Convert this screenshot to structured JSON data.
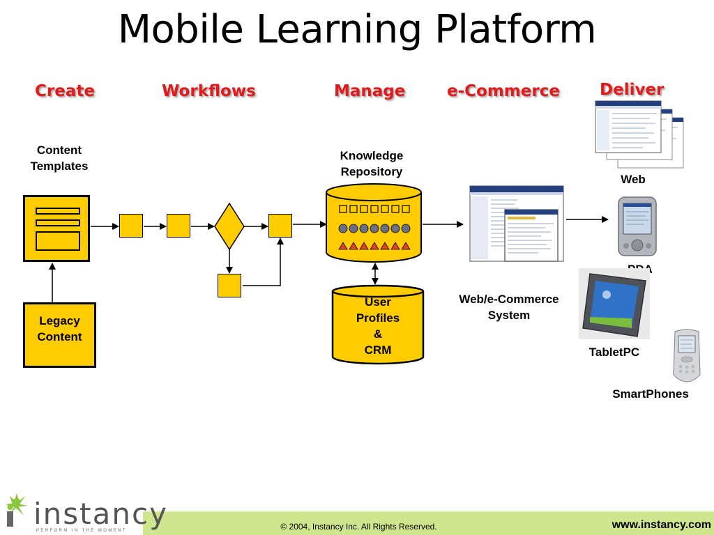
{
  "slide": {
    "title": "Mobile Learning Platform"
  },
  "stages": {
    "create": "Create",
    "workflows": "Workflows",
    "manage": "Manage",
    "ecommerce": "e-Commerce",
    "deliver": "Deliver"
  },
  "labels": {
    "content_templates_l1": "Content",
    "content_templates_l2": "Templates",
    "legacy_l1": "Legacy",
    "legacy_l2": "Content",
    "kr_l1": "Knowledge",
    "kr_l2": "Repository",
    "profiles_l1": "User",
    "profiles_l2": "Profiles",
    "profiles_l3": "&",
    "profiles_l4": "CRM",
    "webcommerce_l1": "Web/e-Commerce",
    "webcommerce_l2": "System",
    "web": "Web",
    "pda": "PDA",
    "tabletpc": "TabletPC",
    "smartphones": "SmartPhones"
  },
  "footer": {
    "logo": "instancy",
    "tagline": "PERFORM IN THE MOMENT",
    "copyright": "© 2004, Instancy Inc. All Rights Reserved.",
    "url": "www.instancy.com"
  },
  "colors": {
    "accent_yellow": "#ffcc00",
    "stage_red": "#e01b1b",
    "footer_green": "#cfe58e",
    "logo_green": "#8cc63f"
  }
}
